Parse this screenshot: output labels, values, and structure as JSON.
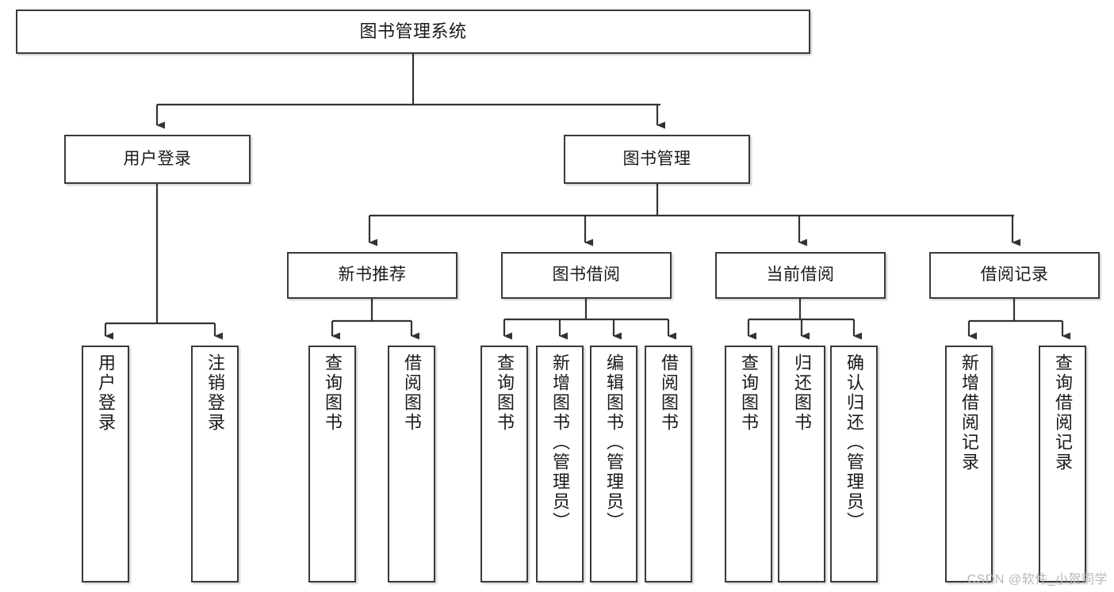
{
  "diagram": {
    "title": "图书管理系统",
    "type": "tree-hierarchy",
    "orientation": "top-down",
    "colors": {
      "box_border": "#3a3a3a",
      "box_fill": "#ffffff",
      "connector": "#333333",
      "text": "#1a1a1a",
      "watermark": "#b8b8b8"
    }
  },
  "root": {
    "label": "图书管理系统"
  },
  "level1": [
    {
      "label": "用户登录"
    },
    {
      "label": "图书管理"
    }
  ],
  "level2": [
    {
      "label": "新书推荐"
    },
    {
      "label": "图书借阅"
    },
    {
      "label": "当前借阅"
    },
    {
      "label": "借阅记录"
    }
  ],
  "leaves": {
    "user_login": [
      {
        "label": "用户登录"
      },
      {
        "label": "注销登录"
      }
    ],
    "new_book_recommend": [
      {
        "label": "查询图书"
      },
      {
        "label": "借阅图书"
      }
    ],
    "book_borrow": [
      {
        "label": "查询图书"
      },
      {
        "label": "新增图书（管理员）"
      },
      {
        "label": "编辑图书（管理员）"
      },
      {
        "label": "借阅图书"
      }
    ],
    "current_borrow": [
      {
        "label": "查询图书"
      },
      {
        "label": "归还图书"
      },
      {
        "label": "确认归还（管理员）"
      }
    ],
    "borrow_record": [
      {
        "label": "新增借阅记录"
      },
      {
        "label": "查询借阅记录"
      }
    ]
  },
  "watermark": {
    "text": "CSDN @软件_小贺同学"
  }
}
